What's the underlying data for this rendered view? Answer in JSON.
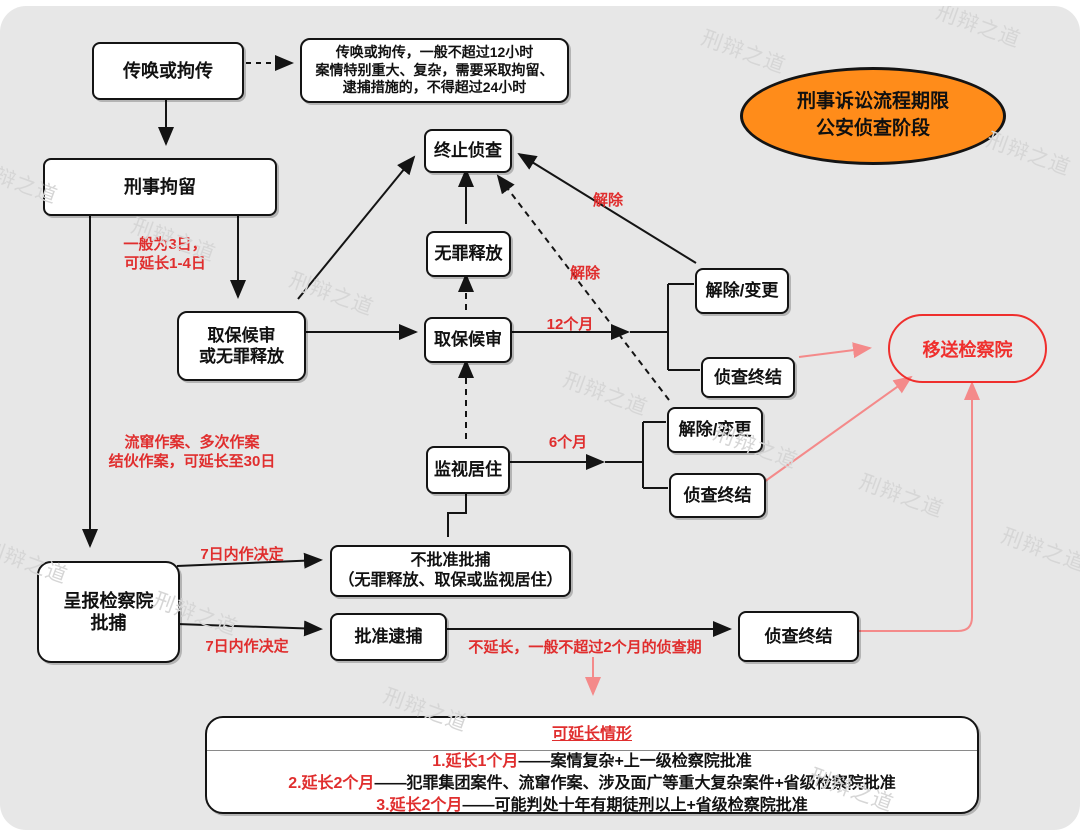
{
  "badge": {
    "line1": "刑事诉讼流程期限",
    "line2": "公安侦查阶段"
  },
  "watermark": {
    "text": "刑辩之道"
  },
  "nodes": {
    "summon": "传唤或拘传",
    "summon_note": {
      "line1": "传唤或拘传，一般不超过12小时",
      "line2": "案情特别重大、复杂，需要采取拘留、",
      "line3": "逮捕措施的，不得超过24小时"
    },
    "criminal_detention": "刑事拘留",
    "terminate_investigation": "终止侦查",
    "innocent_release": "无罪释放",
    "bail_or_release": {
      "line1": "取保候审",
      "line2": "或无罪释放"
    },
    "bail": "取保候审",
    "residential_surveillance": "监视居住",
    "lift_change_upper": "解除/变更",
    "invest_end_upper": "侦查终结",
    "lift_change_lower": "解除/变更",
    "invest_end_lower": "侦查终结",
    "transfer_procuratorate": "移送检察院",
    "report_for_arrest": {
      "line1": "呈报检察院",
      "line2": "批捕"
    },
    "no_approve": {
      "line1": "不批准批捕",
      "line2": "（无罪释放、取保或监视居住）"
    },
    "approve_arrest": "批准逮捕",
    "invest_end_bottom": "侦查终结"
  },
  "labels": {
    "detention_days": {
      "line1": "一般为3日，",
      "line2": "可延长1-4日"
    },
    "extend_30": {
      "line1": "流窜作案、多次作案",
      "line2": "结伙作案，可延长至30日"
    },
    "seven_days_upper": "7日内作决定",
    "seven_days_lower": "7日内作决定",
    "twelve_months": "12个月",
    "six_months": "6个月",
    "lift_upper": "解除",
    "lift_lower": "解除",
    "no_extend": "不延长，一般不超过2个月的侦查期"
  },
  "extension_box": {
    "title": "可延长情形",
    "items": [
      {
        "red": "1.延长1个月",
        "black": "——案情复杂+上一级检察院批准"
      },
      {
        "red": "2.延长2个月",
        "black": "——犯罪集团案件、流窜作案、涉及面广等重大复杂案件+省级检察院批准"
      },
      {
        "red": "3.延长2个月",
        "black": "——可能判处十年有期徒刑以上+省级检察院批准"
      }
    ]
  },
  "colors": {
    "canvas": "#e7e7e7",
    "accent_red": "#e02e2e",
    "pink_arrow": "#f48a8a",
    "badge_orange": "#ff8c1a",
    "line_black": "#141414"
  }
}
